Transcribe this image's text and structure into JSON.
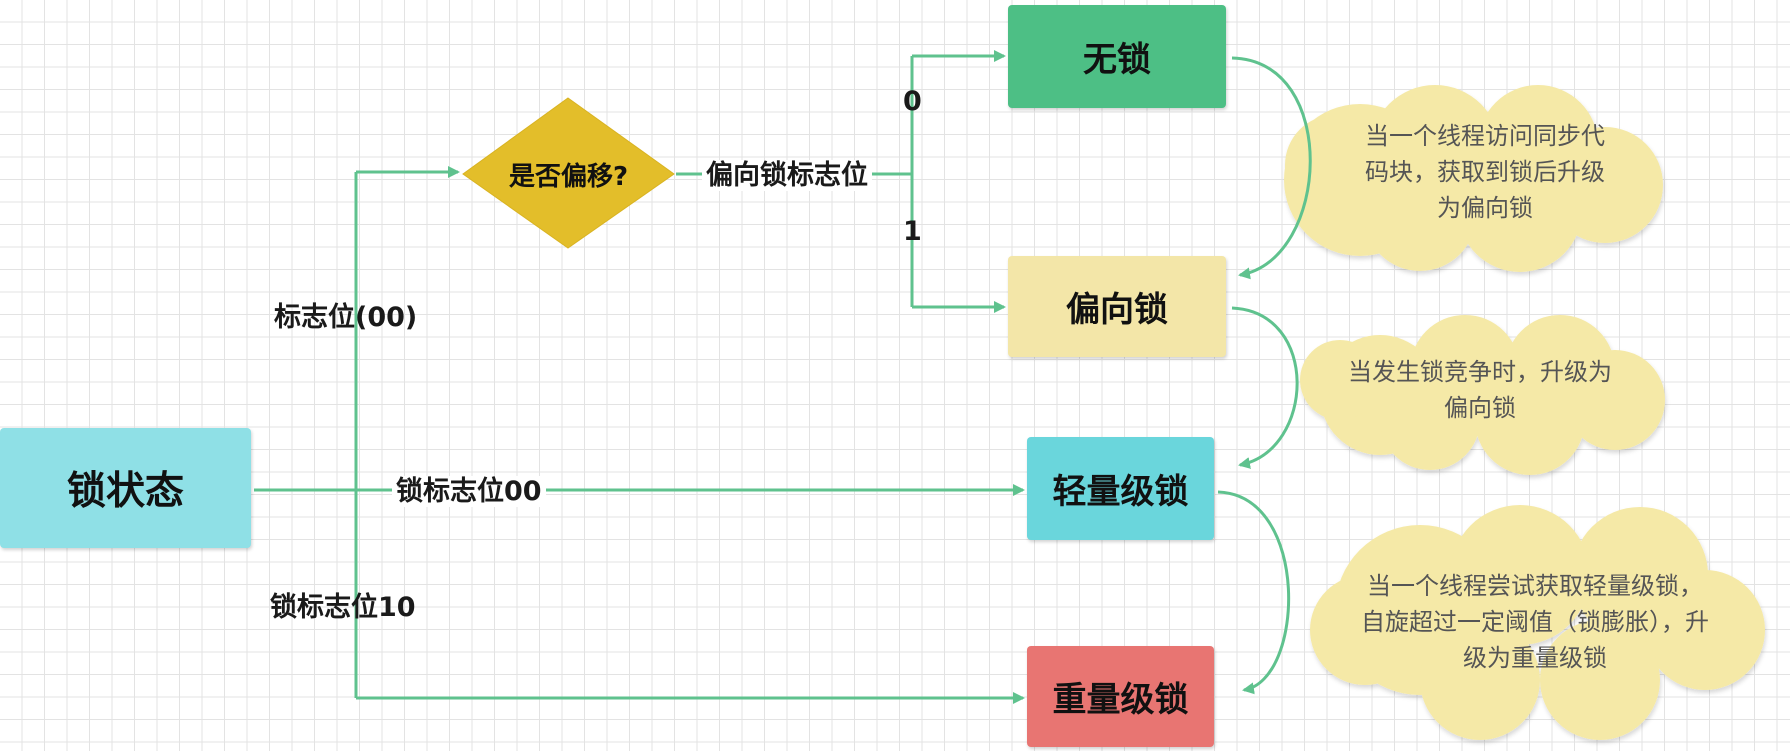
{
  "colors": {
    "connector": "#5fc28e",
    "root_fill": "#8fe0e6",
    "no_lock_fill": "#4dbf85",
    "biased_fill": "#f3e6a8",
    "light_fill": "#6ad6dc",
    "heavy_fill": "#e87572",
    "diamond_fill": "#e3be2a",
    "cloud_fill": "#f5e9a7"
  },
  "nodes": {
    "root": "锁状态",
    "decision": "是否偏移?",
    "no_lock": "无锁",
    "biased_lock": "偏向锁",
    "lightweight_lock": "轻量级锁",
    "heavyweight_lock": "重量级锁"
  },
  "edge_labels": {
    "flag_00_paren": "标志位(00)",
    "biased_flag": "偏向锁标志位",
    "branch_0": "0",
    "branch_1": "1",
    "lock_flag_00": "锁标志位00",
    "lock_flag_10": "锁标志位10"
  },
  "notes": {
    "to_biased": [
      "当一个线程访问同步代",
      "码块，获取到锁后升级",
      "为偏向锁"
    ],
    "to_lightweight": [
      "当发生锁竞争时，升级为",
      "偏向锁"
    ],
    "to_heavyweight": [
      "当一个线程尝试获取轻量级锁，",
      "自旋超过一定阈值（锁膨胀），升",
      "级为重量级锁"
    ]
  }
}
